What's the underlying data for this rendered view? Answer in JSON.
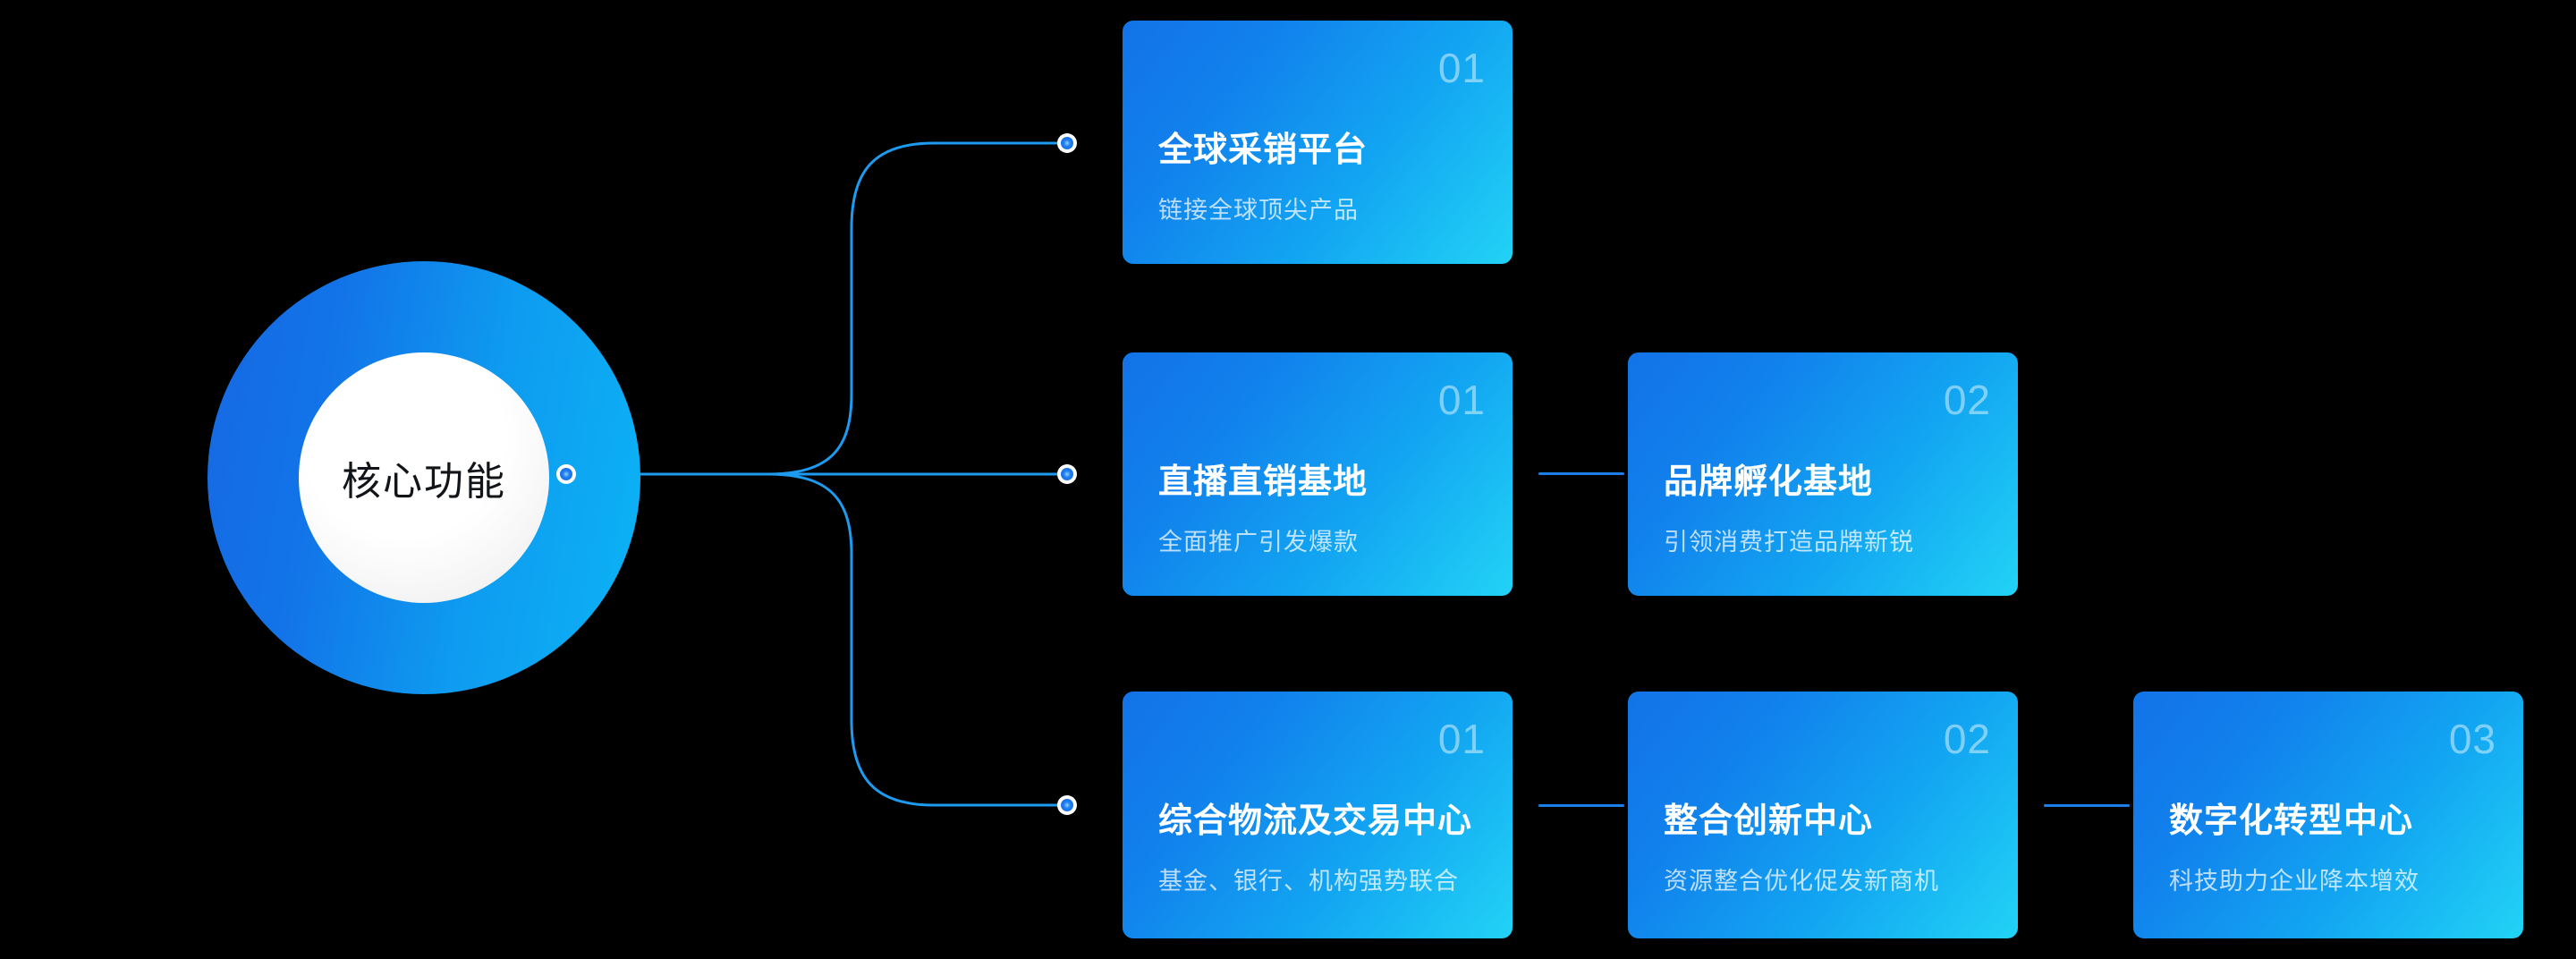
{
  "hub": {
    "label": "核心功能",
    "accent_outer_from": "#1668E3",
    "accent_outer_to": "#0CB4F5",
    "inner_fill": "#ffffff",
    "label_color": "#111418"
  },
  "theme": {
    "background": "#000000",
    "card_gradient_from": "#1273E8",
    "card_gradient_to": "#22D3F5",
    "wire_color": "#1C9BF0",
    "link_color": "#1C7FE8",
    "dot_ring": "#ffffff",
    "dot_core": "#1467DD",
    "number_color": "rgba(255,255,255,0.46)",
    "title_color": "#ffffff",
    "subtitle_color": "rgba(255,255,255,0.72)"
  },
  "branches": [
    {
      "id": "branch-1",
      "cards": [
        {
          "number": "01",
          "title": "全球采销平台",
          "subtitle": "链接全球顶尖产品"
        }
      ]
    },
    {
      "id": "branch-2",
      "cards": [
        {
          "number": "01",
          "title": "直播直销基地",
          "subtitle": "全面推广引发爆款"
        },
        {
          "number": "02",
          "title": "品牌孵化基地",
          "subtitle": "引领消费打造品牌新锐"
        }
      ]
    },
    {
      "id": "branch-3",
      "cards": [
        {
          "number": "01",
          "title": "综合物流及交易中心",
          "subtitle": "基金、银行、机构强势联合"
        },
        {
          "number": "02",
          "title": "整合创新中心",
          "subtitle": "资源整合优化促发新商机"
        },
        {
          "number": "03",
          "title": "数字化转型中心",
          "subtitle": "科技助力企业降本增效"
        }
      ]
    }
  ]
}
